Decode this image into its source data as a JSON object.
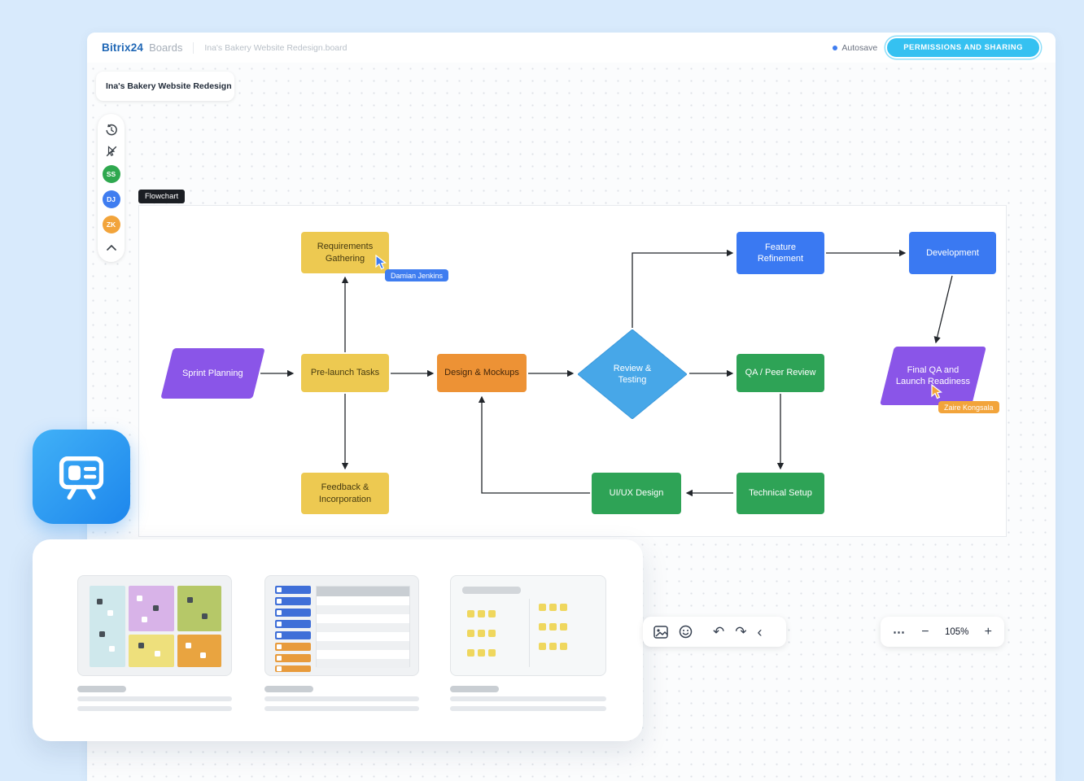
{
  "header": {
    "logo_primary": "Bitrix24",
    "logo_secondary": "Boards",
    "breadcrumb": "Ina's Bakery Website Redesign.board",
    "autosave_label": "Autosave",
    "permissions_button": "PERMISSIONS AND SHARING"
  },
  "board_selector": {
    "label": "Ina's Bakery Website Redesign"
  },
  "collab_rail": {
    "avatars": [
      {
        "initials": "SS",
        "color": "#2FA84F"
      },
      {
        "initials": "DJ",
        "color": "#3F7DF0"
      },
      {
        "initials": "ZK",
        "color": "#F2A43B"
      }
    ]
  },
  "frame": {
    "label": "Flowchart"
  },
  "flowchart": {
    "nodes": [
      {
        "id": "sprint-planning",
        "label": "Sprint Planning",
        "shape": "parallelogram",
        "color": "#8A55E8"
      },
      {
        "id": "requirements-gathering",
        "label": "Requirements Gathering",
        "shape": "rect",
        "color": "#EDC951"
      },
      {
        "id": "pre-launch-tasks",
        "label": "Pre-launch Tasks",
        "shape": "rect",
        "color": "#EDC951"
      },
      {
        "id": "feedback-incorporation",
        "label": "Feedback & Incorporation",
        "shape": "rect",
        "color": "#EDC951"
      },
      {
        "id": "design-mockups",
        "label": "Design & Mockups",
        "shape": "rect",
        "color": "#ED9235"
      },
      {
        "id": "review-testing",
        "label": "Review & Testing",
        "shape": "diamond",
        "color": "#47A7E8"
      },
      {
        "id": "qa-peer-review",
        "label": "QA / Peer Review",
        "shape": "rect",
        "color": "#2EA356"
      },
      {
        "id": "feature-refinement",
        "label": "Feature Refinement",
        "shape": "rect",
        "color": "#3A79F2"
      },
      {
        "id": "development",
        "label": "Development",
        "shape": "rect",
        "color": "#3A79F2"
      },
      {
        "id": "final-qa",
        "label": "Final QA and Launch Readiness",
        "shape": "parallelogram",
        "color": "#8A55E8"
      },
      {
        "id": "uiux-design",
        "label": "UI/UX Design",
        "shape": "rect",
        "color": "#2EA356"
      },
      {
        "id": "technical-setup",
        "label": "Technical Setup",
        "shape": "rect",
        "color": "#2EA356"
      }
    ],
    "edges": [
      {
        "from": "sprint-planning",
        "to": "pre-launch-tasks"
      },
      {
        "from": "pre-launch-tasks",
        "to": "requirements-gathering"
      },
      {
        "from": "pre-launch-tasks",
        "to": "feedback-incorporation"
      },
      {
        "from": "pre-launch-tasks",
        "to": "design-mockups"
      },
      {
        "from": "design-mockups",
        "to": "review-testing"
      },
      {
        "from": "review-testing",
        "to": "feature-refinement"
      },
      {
        "from": "feature-refinement",
        "to": "development"
      },
      {
        "from": "development",
        "to": "final-qa"
      },
      {
        "from": "review-testing",
        "to": "qa-peer-review"
      },
      {
        "from": "qa-peer-review",
        "to": "technical-setup"
      },
      {
        "from": "technical-setup",
        "to": "uiux-design"
      },
      {
        "from": "uiux-design",
        "to": "design-mockups"
      }
    ]
  },
  "cursors": [
    {
      "name": "Damian Jenkins",
      "color": "#3F7DF0"
    },
    {
      "name": "Zaire Kongsala",
      "color": "#F2A43B"
    }
  ],
  "zoom_toolbar": {
    "more": "⋯",
    "zoom_out": "−",
    "level": "105%",
    "zoom_in": "+"
  },
  "edit_toolbar": {
    "undo": "↶",
    "redo": "↷",
    "collapse": "‹"
  },
  "colors": {
    "page_background": "#D8EAFC",
    "accent_cyan": "#35C1F1",
    "node_yellow": "#EDC951",
    "node_orange": "#ED9235",
    "node_purple": "#8A55E8",
    "node_blue": "#3A79F2",
    "node_diamond_blue": "#47A7E8",
    "node_green": "#2EA356"
  }
}
